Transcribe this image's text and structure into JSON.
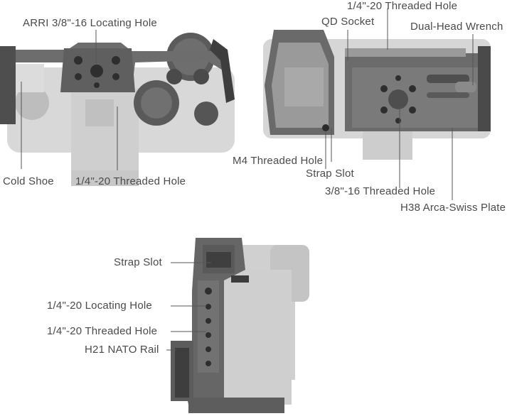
{
  "labels": {
    "arri_hole": "ARRI 3/8\"-16 Locating Hole",
    "cold_shoe": "Cold Shoe",
    "quarter_threaded_top": "1/4\"-20 Threaded Hole",
    "quarter_threaded_right_top": "1/4\"-20 Threaded Hole",
    "qd_socket": "QD Socket",
    "dual_head_wrench": "Dual-Head Wrench",
    "m4_threaded": "M4 Threaded Hole",
    "strap_slot_right": "Strap Slot",
    "threeeighths_threaded": "3/8\"-16 Threaded Hole",
    "arca_plate": "H38 Arca-Swiss Plate",
    "strap_slot_side": "Strap Slot",
    "quarter_locating_side": "1/4\"-20  Locating Hole",
    "quarter_threaded_side": "1/4\"-20 Threaded Hole",
    "nato_rail": "H21 NATO Rail"
  }
}
